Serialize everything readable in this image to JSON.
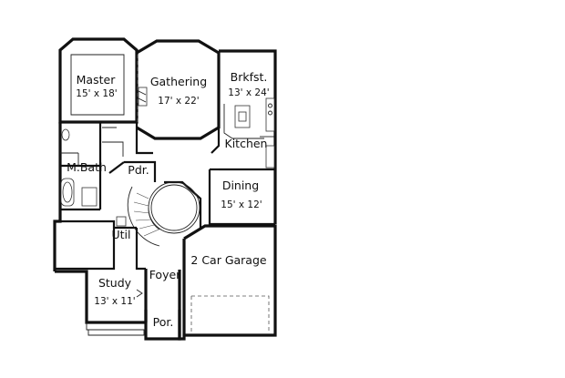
{
  "rooms": {
    "master": {
      "name": "Master",
      "size": "15' x 18'"
    },
    "gathering": {
      "name": "Gathering",
      "size": "17' x 22'"
    },
    "brkfst": {
      "name": "Brkfst.",
      "size": "13' x 24'"
    },
    "kitchen": {
      "name": "Kitchen"
    },
    "mbath": {
      "name": "M.Bath"
    },
    "pdr": {
      "name": "Pdr."
    },
    "dining": {
      "name": "Dining",
      "size": "15' x 12'"
    },
    "util": {
      "name": "Util"
    },
    "garage": {
      "name": "2 Car Garage"
    },
    "foyer": {
      "name": "Foyer"
    },
    "study": {
      "name": "Study",
      "size": "13' x 11'"
    },
    "porch": {
      "name": "Por."
    }
  }
}
